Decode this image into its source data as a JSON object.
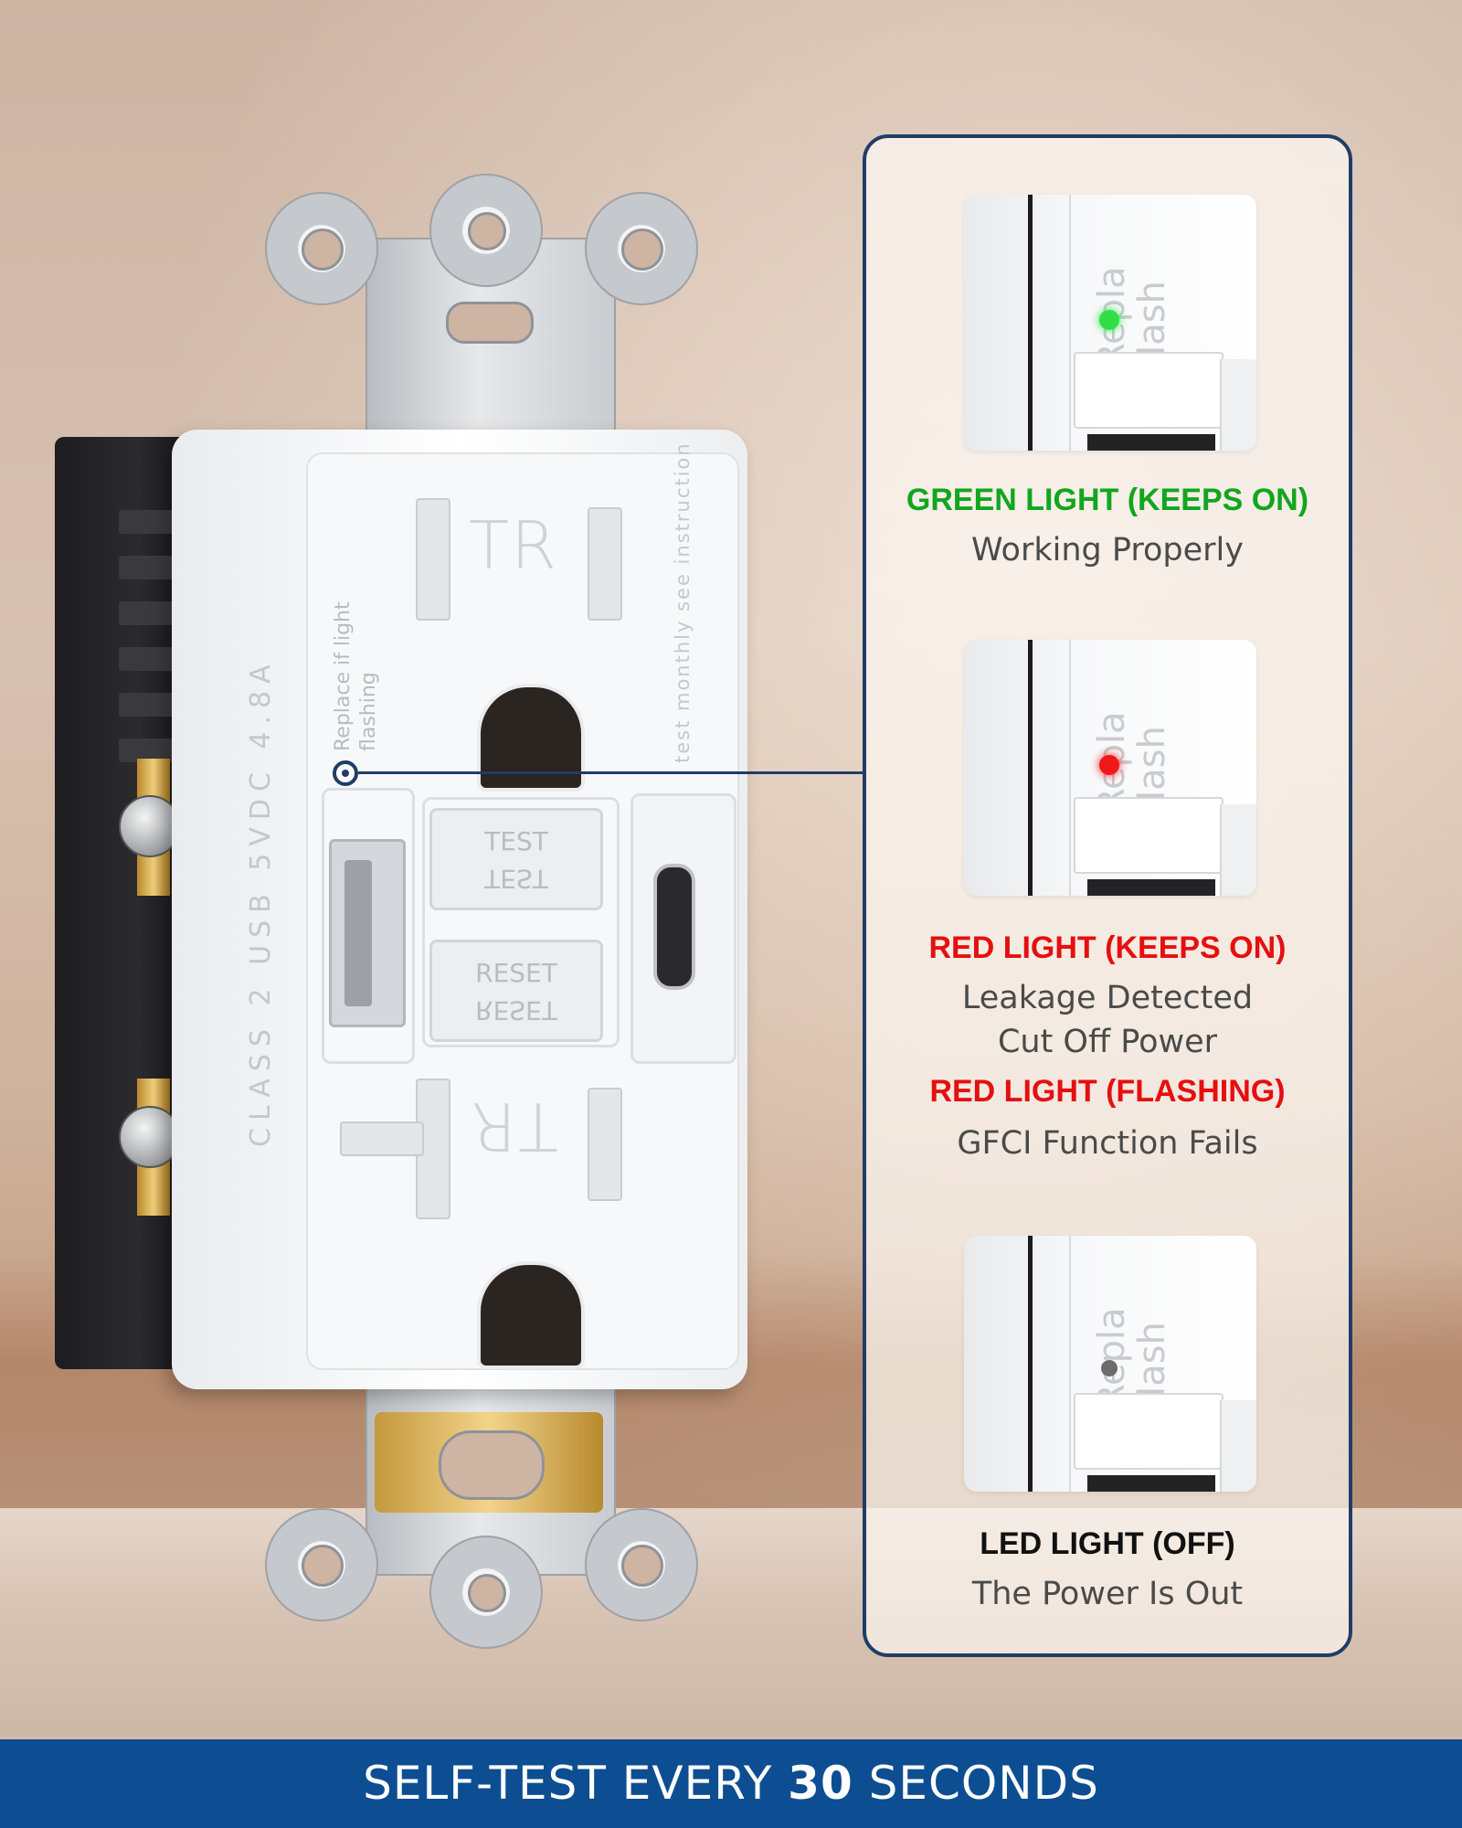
{
  "device": {
    "tr_top": "TR",
    "tr_bottom": "TR",
    "test_label": "TEST",
    "reset_label": "RESET",
    "side_left_text": "CLASS 2  USB 5VDC 4.8A",
    "side_right_text": "test monthly see instruction",
    "indicator_text": "Replace if light flashing"
  },
  "panel": {
    "thumb_text_1": "Repla",
    "thumb_text_2": "flash",
    "states": [
      {
        "title": "GREEN LIGHT (KEEPS ON)",
        "title_color": "#11a61e",
        "lines": [
          "Working Properly"
        ],
        "led_color": "#2ee043"
      },
      {
        "title": "RED LIGHT (KEEPS ON)",
        "title_color": "#e60f0f",
        "lines": [
          "Leakage Detected",
          "Cut Off Power"
        ],
        "led_color": "#f01818"
      },
      {
        "title": "RED LIGHT (FLASHING)",
        "title_color": "#e60f0f",
        "lines": [
          "GFCI Function Fails"
        ]
      },
      {
        "title": "LED LIGHT (OFF)",
        "title_color": "#111111",
        "lines": [
          "The Power Is Out"
        ],
        "led_color": "#6c6c6c"
      }
    ]
  },
  "banner": {
    "prefix": "SELF-TEST EVERY ",
    "number": "30",
    "suffix": " SECONDS"
  },
  "colors": {
    "accent_navy": "#1f3d66",
    "banner_blue": "#0d4d91"
  }
}
